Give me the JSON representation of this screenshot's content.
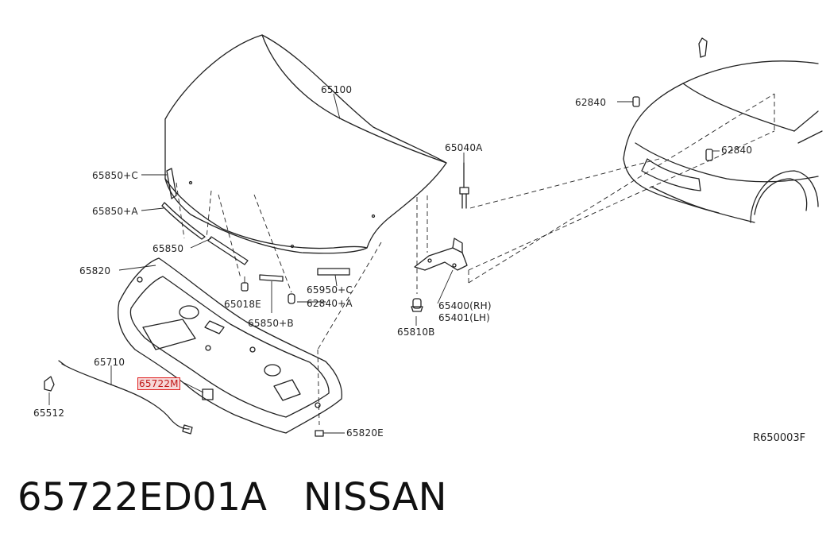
{
  "labels": {
    "hood": "65100",
    "seal_c": "65850+C",
    "seal_a": "65850+A",
    "seal": "65850",
    "insulator": "65820",
    "clip_e": "65018E",
    "seal_b": "65850+B",
    "bumper_c": "65950+C",
    "bumper_a": "62840+A",
    "stay": "65710",
    "highlighted_part": "65722M",
    "grommet": "65512",
    "clip_820e": "65820E",
    "bolt": "65040A",
    "hinge_rh": "65400(RH)",
    "hinge_lh": "65401(LH)",
    "nut": "65810B",
    "bumper_top": "62840",
    "bumper_front": "62840",
    "ref_code": "R650003F"
  },
  "caption": {
    "part_number": "65722ED01A",
    "brand": "NISSAN"
  },
  "colors": {
    "line": "#222222",
    "highlight_border": "#e02020"
  }
}
